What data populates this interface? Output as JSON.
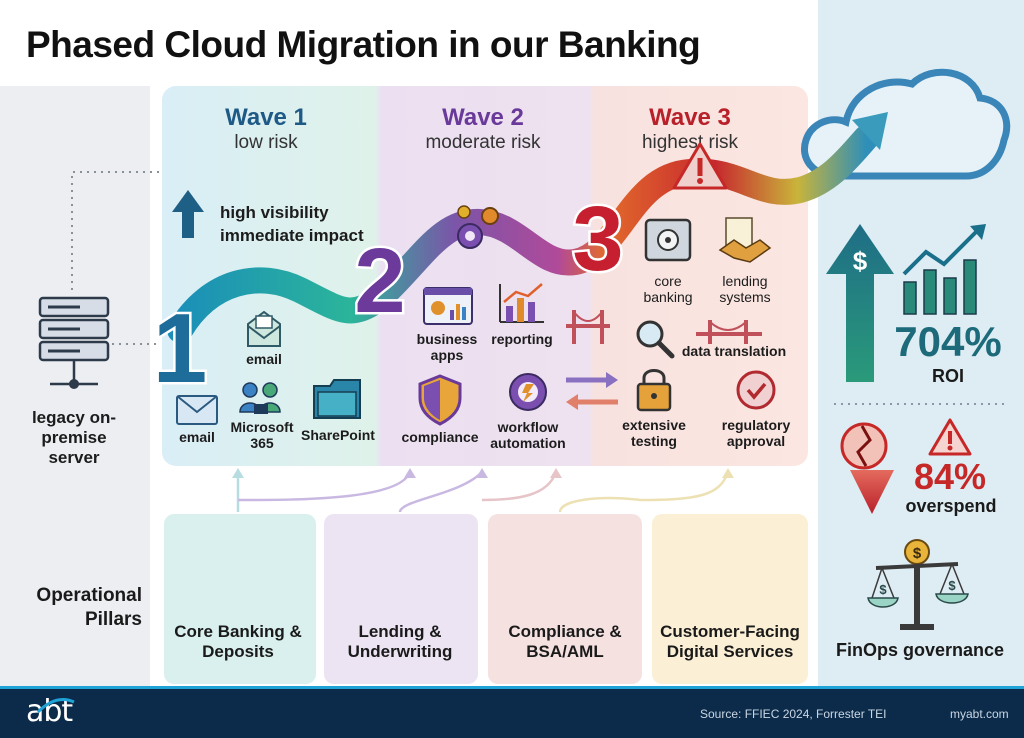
{
  "title": "Phased Cloud Migration in our Banking",
  "waves": [
    {
      "title": "Wave 1",
      "subtitle": "low risk",
      "color": "#1f5a86"
    },
    {
      "title": "Wave 2",
      "subtitle": "moderate risk",
      "color": "#6a3a9a"
    },
    {
      "title": "Wave 3",
      "subtitle": "highest risk",
      "color": "#b8202a"
    }
  ],
  "wave1": {
    "callout_line1": "high visibility",
    "callout_line2": "immediate impact",
    "apps": {
      "email_top": "email",
      "email": "email",
      "microsoft365": "Microsoft 365",
      "sharepoint": "SharePoint"
    }
  },
  "wave2": {
    "apps": {
      "business_apps": "business apps",
      "reporting": "reporting",
      "compliance": "compliance",
      "workflow_automation": "workflow automation"
    }
  },
  "wave3": {
    "apps": {
      "core_banking": "core banking",
      "lending_systems": "lending systems",
      "data_translation": "data translation",
      "extensive_testing": "extensive testing",
      "regulatory_approval": "regulatory approval"
    }
  },
  "step_numbers": [
    "1",
    "2",
    "3"
  ],
  "legacy": {
    "label": "legacy on-premise server"
  },
  "pillars": {
    "heading": "Operational Pillars",
    "items": [
      {
        "label": "Core Banking & Deposits",
        "color": "#d9f0ee"
      },
      {
        "label": "Lending & Underwriting",
        "color": "#ece3f3"
      },
      {
        "label": "Compliance & BSA/AML",
        "color": "#f6e1e1"
      },
      {
        "label": "Customer-Facing Digital Services",
        "color": "#fbf0d6"
      }
    ]
  },
  "metrics": {
    "roi_value": "704%",
    "roi_label": "ROI",
    "overspend_value": "84%",
    "overspend_label": "overspend",
    "finops_label": "FinOps governance"
  },
  "footer": {
    "logo": "abt",
    "source": "Source: FFIEC 2024, Forrester TEI",
    "site": "myabt.com"
  },
  "colors": {
    "footer_bg": "#0c2b4a",
    "accent_teal": "#1d6b7a",
    "alert_red": "#c62828"
  }
}
